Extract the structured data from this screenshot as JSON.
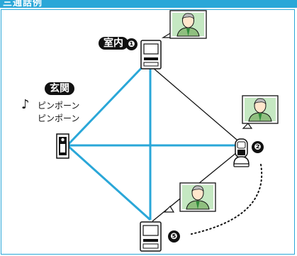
{
  "header": {
    "title": "三通話例"
  },
  "labels": {
    "indoor": "室内",
    "entrance": "玄関"
  },
  "numbers": {
    "monitor_top": "❶",
    "handset": "❷",
    "monitor_bottom": "❺"
  },
  "chime": {
    "note_icon": "♪",
    "line1": "ピンポーン",
    "line2": "ピンポーン"
  },
  "colors": {
    "accent": "#2aa7d8",
    "dark": "#111111"
  },
  "icons": [
    "music-note-icon",
    "person-video-icon"
  ]
}
